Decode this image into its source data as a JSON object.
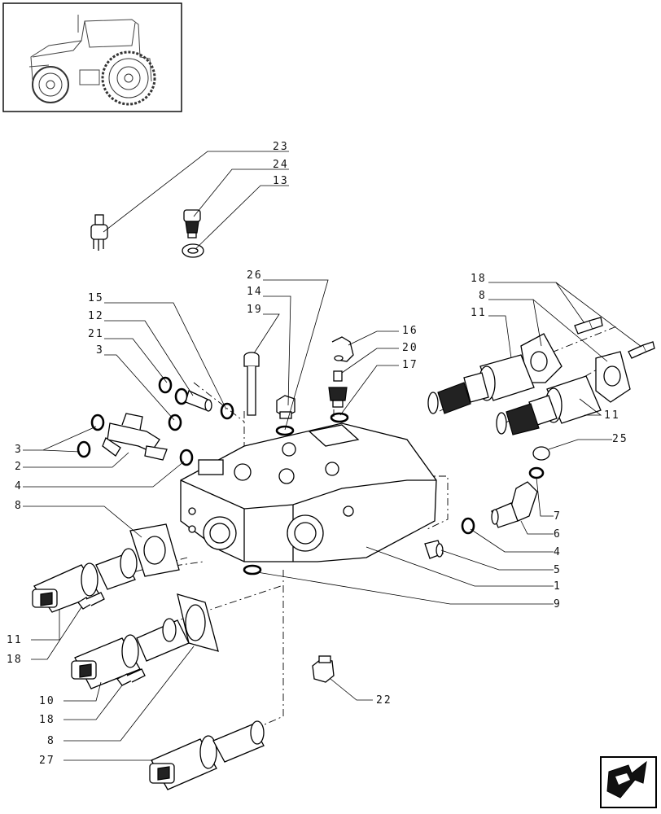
{
  "labels": {
    "l23": "23",
    "l24": "24",
    "l13a": "13",
    "l26": "26",
    "l14": "14",
    "l19": "19",
    "l15": "15",
    "l12": "12",
    "l21": "21",
    "l3a": "3",
    "l16": "16",
    "l20": "20",
    "l17": "17",
    "l18a": "18",
    "l8a": "8",
    "l11a": "11",
    "l11b": "11",
    "l25": "25",
    "l3b": "3",
    "l2": "2",
    "l4a": "4",
    "l8b": "8",
    "l7": "7",
    "l6": "6",
    "l4b": "4",
    "l5": "5",
    "l1": "1",
    "l9": "9",
    "l11c": "11",
    "l18b": "18",
    "l10": "10",
    "l18c": "18",
    "l8c": "8",
    "l27": "27",
    "l22": "22"
  },
  "icons": {
    "thumbnail": "tractor-thumbnail-icon",
    "nav": "next-page-arrow-icon"
  }
}
